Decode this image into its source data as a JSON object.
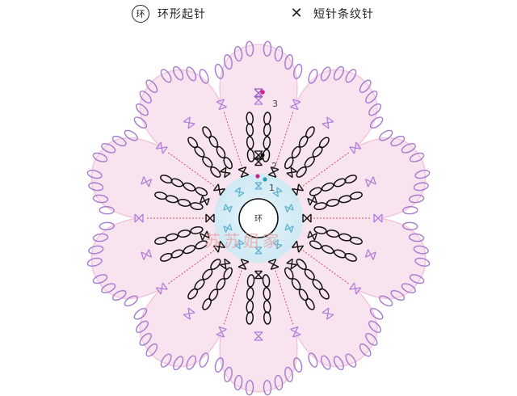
{
  "legend": {
    "ring": {
      "symbol_text": "环",
      "label": "环形起针"
    },
    "single_crochet": {
      "label": "短针条纹针"
    }
  },
  "diagram": {
    "center_label": "环",
    "round_labels": [
      "1",
      "2",
      "3"
    ],
    "watermark": "苏苏姐家",
    "petal_count": 10,
    "colors": {
      "petal_fill": "#f8e4ee",
      "petal_stroke": "#f2c6dc",
      "outer_loops": "#a67ad3",
      "outer_sc": "#b07ddb",
      "chain_dashes": "#c9505f",
      "inner_loops": "#111111",
      "center_glow": "#cfe9f4",
      "center_sc": "#5fb2cf",
      "marker_round1": "#2a9cb7",
      "marker_round2": "#111111",
      "marker_round3": "#d0218f"
    }
  }
}
